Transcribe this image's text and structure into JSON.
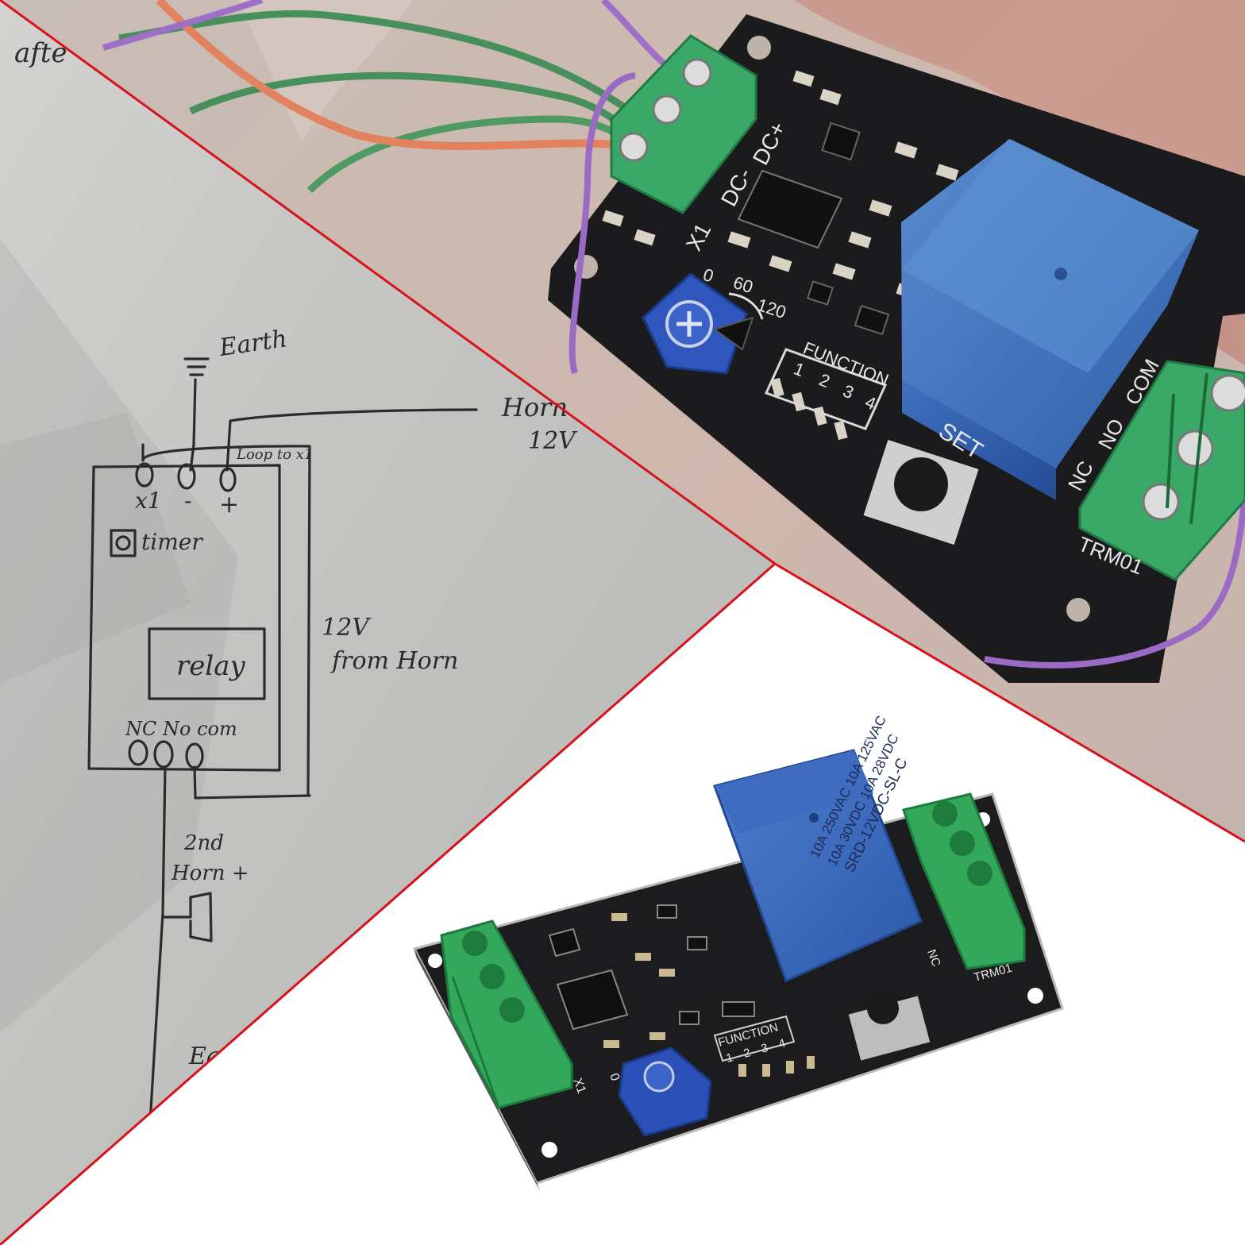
{
  "colors": {
    "divider_red": "#d8121b",
    "paper": "#c8c9c7",
    "pcb_black": "#1b1b1d",
    "terminal_green": "#2fa35a",
    "relay_blue": "#3463b3",
    "pot_blue": "#2b50b8"
  },
  "sketch": {
    "corner_text": "afte",
    "earth_top": "Earth",
    "horn_label": "Horn",
    "horn_voltage": "12V",
    "loop_note": "Loop to x1",
    "terminal_labels": [
      "x1",
      "-",
      "+"
    ],
    "timer_label": "timer",
    "relay_label": "relay",
    "from_horn_voltage": "12V",
    "from_horn_text": "from Horn",
    "relay_terminals": "NC No com",
    "second_horn_line1": "2nd",
    "second_horn_line2": "Horn +",
    "earth_bottom": "Ea"
  },
  "board_photo": {
    "power_labels": [
      "X1",
      "DC-",
      "DC+"
    ],
    "pot_scale": [
      "0",
      "60",
      "120"
    ],
    "function_title": "FUNCTION",
    "function_numbers": [
      "1",
      "2",
      "3",
      "4"
    ],
    "set_label": "SET",
    "relay_terminal_labels": [
      "NC",
      "NO",
      "COM"
    ],
    "model": "TRM01"
  },
  "board_product": {
    "relay_print_line1": "10A 250VAC  10A 125VAC",
    "relay_print_line2": "10A 30VDC  10A 28VDC",
    "relay_print_line3": "SRD-12VDC-SL-C",
    "x1_label": "X1",
    "pot_zero": "0",
    "function_title": "FUNCTION",
    "function_numbers": [
      "1",
      "2",
      "3",
      "4"
    ],
    "nc_label": "NC",
    "model": "TRM01"
  }
}
